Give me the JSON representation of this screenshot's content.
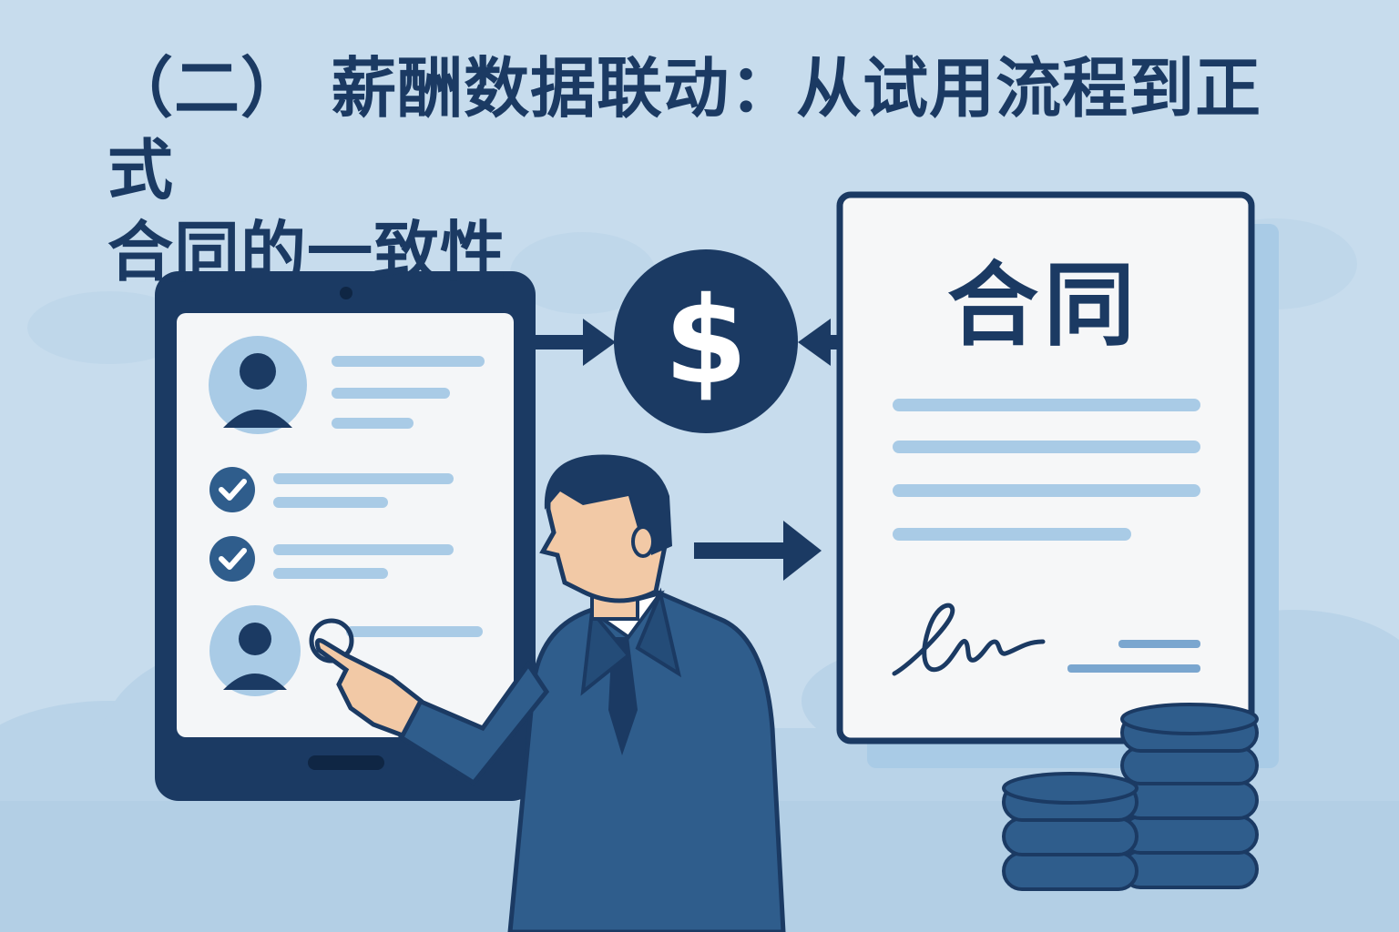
{
  "title": {
    "line1": "（二） 薪酬数据联动：从试用流程到正式",
    "line2": "合同的一致性"
  },
  "contract": {
    "heading": "合同"
  },
  "salary_symbol": "$",
  "colors": {
    "background": "#c7dced",
    "navy": "#1b3a63",
    "light_blue": "#a9cbe6",
    "paper": "#f6f7f8"
  }
}
